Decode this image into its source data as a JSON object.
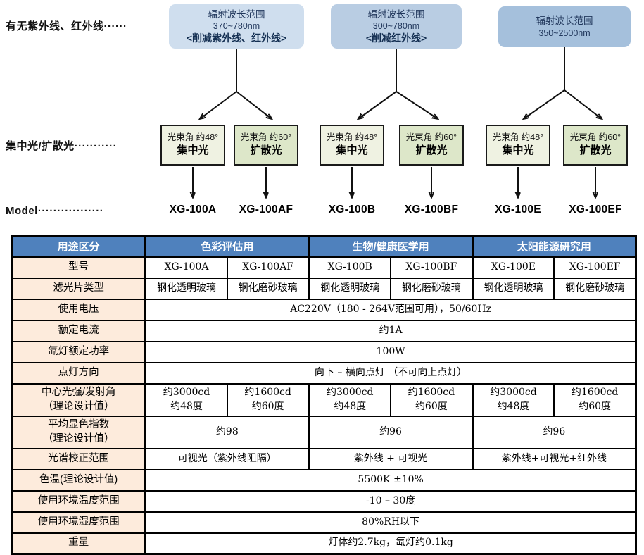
{
  "diagram": {
    "side_labels": {
      "wavelength": "有无紫外线、红外线······",
      "beam": "集中光/扩散光···········",
      "model": "Model·················"
    },
    "wavelength_boxes": [
      {
        "line1": "辐射波长范围",
        "line2": "370~780nm",
        "line3": "<削减紫外线、红外线>",
        "color": "#cfdeee"
      },
      {
        "line1": "辐射波长范围",
        "line2": "300~780nm",
        "line3": "<削减红外线>",
        "color": "#b9cde3"
      },
      {
        "line1": "辐射波长范围",
        "line2": "350~2500nm",
        "line3": "",
        "color": "#a5c0dc"
      }
    ],
    "beam_boxes": [
      {
        "angle": "光束角 约48°",
        "type": "集中光",
        "color": "#eff2e2"
      },
      {
        "angle": "光束角 约60°",
        "type": "扩散光",
        "color": "#dde7c9"
      },
      {
        "angle": "光束角 约48°",
        "type": "集中光",
        "color": "#eff2e2"
      },
      {
        "angle": "光束角 约60°",
        "type": "扩散光",
        "color": "#dde7c9"
      },
      {
        "angle": "光束角 约48°",
        "type": "集中光",
        "color": "#eff2e2"
      },
      {
        "angle": "光束角 约60°",
        "type": "扩散光",
        "color": "#dde7c9"
      }
    ],
    "models": [
      "XG-100A",
      "XG-100AF",
      "XG-100B",
      "XG-100BF",
      "XG-100E",
      "XG-100EF"
    ]
  },
  "table": {
    "colors": {
      "header_bg": "#4f81bd",
      "header_fg": "#ffffff",
      "label_bg": "#fdebdc"
    },
    "header": {
      "label": "用途区分",
      "groups": [
        "色彩评估用",
        "生物/健康医学用",
        "太阳能源研究用"
      ]
    },
    "rows": [
      {
        "label": "型号",
        "span": 1,
        "cells": [
          "XG-100A",
          "XG-100AF",
          "XG-100B",
          "XG-100BF",
          "XG-100E",
          "XG-100EF"
        ]
      },
      {
        "label": "滤光片类型",
        "span": 1,
        "cells": [
          "钢化透明玻璃",
          "钢化磨砂玻璃",
          "钢化透明玻璃",
          "钢化磨砂玻璃",
          "钢化透明玻璃",
          "钢化磨砂玻璃"
        ]
      },
      {
        "label": "使用电压",
        "span": 6,
        "cells": [
          "AC220V（180 - 264V范围可用），50/60Hz"
        ]
      },
      {
        "label": "额定电流",
        "span": 6,
        "cells": [
          "约1A"
        ]
      },
      {
        "label": "氙灯额定功率",
        "span": 6,
        "cells": [
          "100W"
        ]
      },
      {
        "label": "点灯方向",
        "span": 6,
        "cells": [
          "向下 – 横向点灯 （不可向上点灯）"
        ]
      },
      {
        "label": "中心光强/发射角\n（理论设计值）",
        "span": 1,
        "cells": [
          "约3000cd\n约48度",
          "约1600cd\n约60度",
          "约3000cd\n约48度",
          "约1600cd\n约60度",
          "约3000cd\n约48度",
          "约1600cd\n约60度"
        ]
      },
      {
        "label": "平均显色指数\n（理论设计值）",
        "span": 2,
        "cells": [
          "约98",
          "约96",
          "约96"
        ]
      },
      {
        "label": "光谱校正范围",
        "span": 2,
        "cells": [
          "可视光（紫外线阻隔）",
          "紫外线 + 可视光",
          "紫外线+可视光+红外线"
        ]
      },
      {
        "label": "色温(理论设计值)",
        "span": 6,
        "cells": [
          "5500K ±10%"
        ]
      },
      {
        "label": "使用环境温度范围",
        "span": 6,
        "cells": [
          "-10 – 30度"
        ]
      },
      {
        "label": "使用环境湿度范围",
        "span": 6,
        "cells": [
          "80%RH以下"
        ]
      },
      {
        "label": "重量",
        "span": 6,
        "cells": [
          "灯体约2.7kg，氙灯约0.1kg"
        ]
      }
    ]
  }
}
